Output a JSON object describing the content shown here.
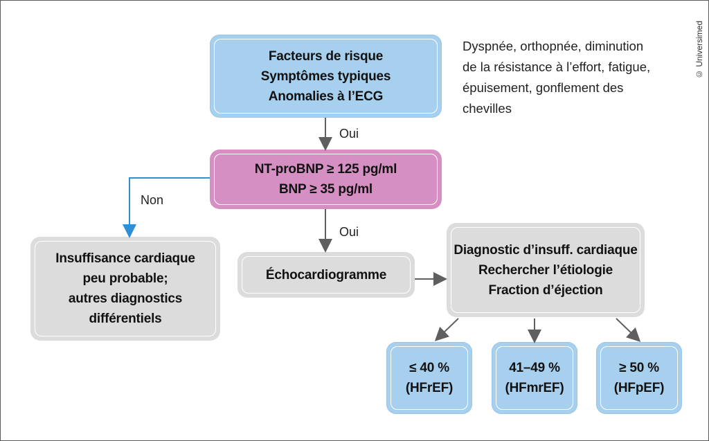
{
  "colors": {
    "blue_box": "#a7d0ee",
    "pink_box": "#d68fc2",
    "grey_box": "#dcdcdc",
    "arrow": "#5f5f5f",
    "arrow_non": "#2e8fd6"
  },
  "nodes": {
    "risk": {
      "lines": [
        "Facteurs de risque",
        "Symptômes typiques",
        "Anomalies à l’ECG"
      ]
    },
    "bnp": {
      "lines": [
        "NT-proBNP ≥ 125 pg/ml",
        "BNP ≥ 35 pg/ml"
      ]
    },
    "unlikely": {
      "lines": [
        "Insuffisance cardiaque",
        "peu probable;",
        "autres diagnostics",
        "différentiels"
      ]
    },
    "echo": {
      "lines": [
        "Échocardiogramme"
      ]
    },
    "diagnosis": {
      "lines": [
        "Diagnostic d’insuff. cardiaque",
        "Rechercher l’étiologie",
        "Fraction d’éjection"
      ]
    },
    "hfref": {
      "lines": [
        "≤ 40 %",
        "(HFrEF)"
      ]
    },
    "hfmref": {
      "lines": [
        "41–49 %",
        "(HFmrEF)"
      ]
    },
    "hfpef": {
      "lines": [
        "≥ 50 %",
        "(HFpEF)"
      ]
    }
  },
  "symptoms_note": {
    "lines": [
      "Dyspnée, orthopnée, diminution",
      "de la résistance à l’effort, fatigue,",
      "épuisement, gonflement des",
      "chevilles"
    ]
  },
  "edge_labels": {
    "yes_1": "Oui",
    "no": "Non",
    "yes_2": "Oui"
  },
  "copyright": "© Universimed"
}
